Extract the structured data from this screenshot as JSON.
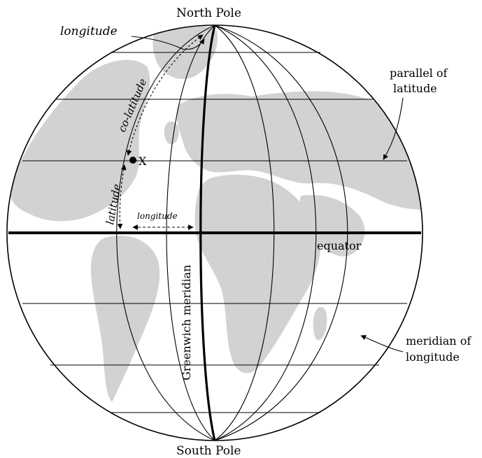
{
  "labels": {
    "north_pole": "North Pole",
    "south_pole": "South Pole",
    "longitude_top": "longitude",
    "co_latitude": "co-latitude",
    "point_x": "X",
    "latitude": "latitude",
    "longitude_small": "longitude",
    "equator": "equator",
    "greenwich": "Greenwich meridian",
    "parallel_line1": "parallel of",
    "parallel_line2": "latitude",
    "meridian_line1": "meridian of",
    "meridian_line2": "longitude"
  },
  "colors": {
    "land": "#d2d2d2",
    "ocean": "#ffffff",
    "lines": "#000000"
  }
}
